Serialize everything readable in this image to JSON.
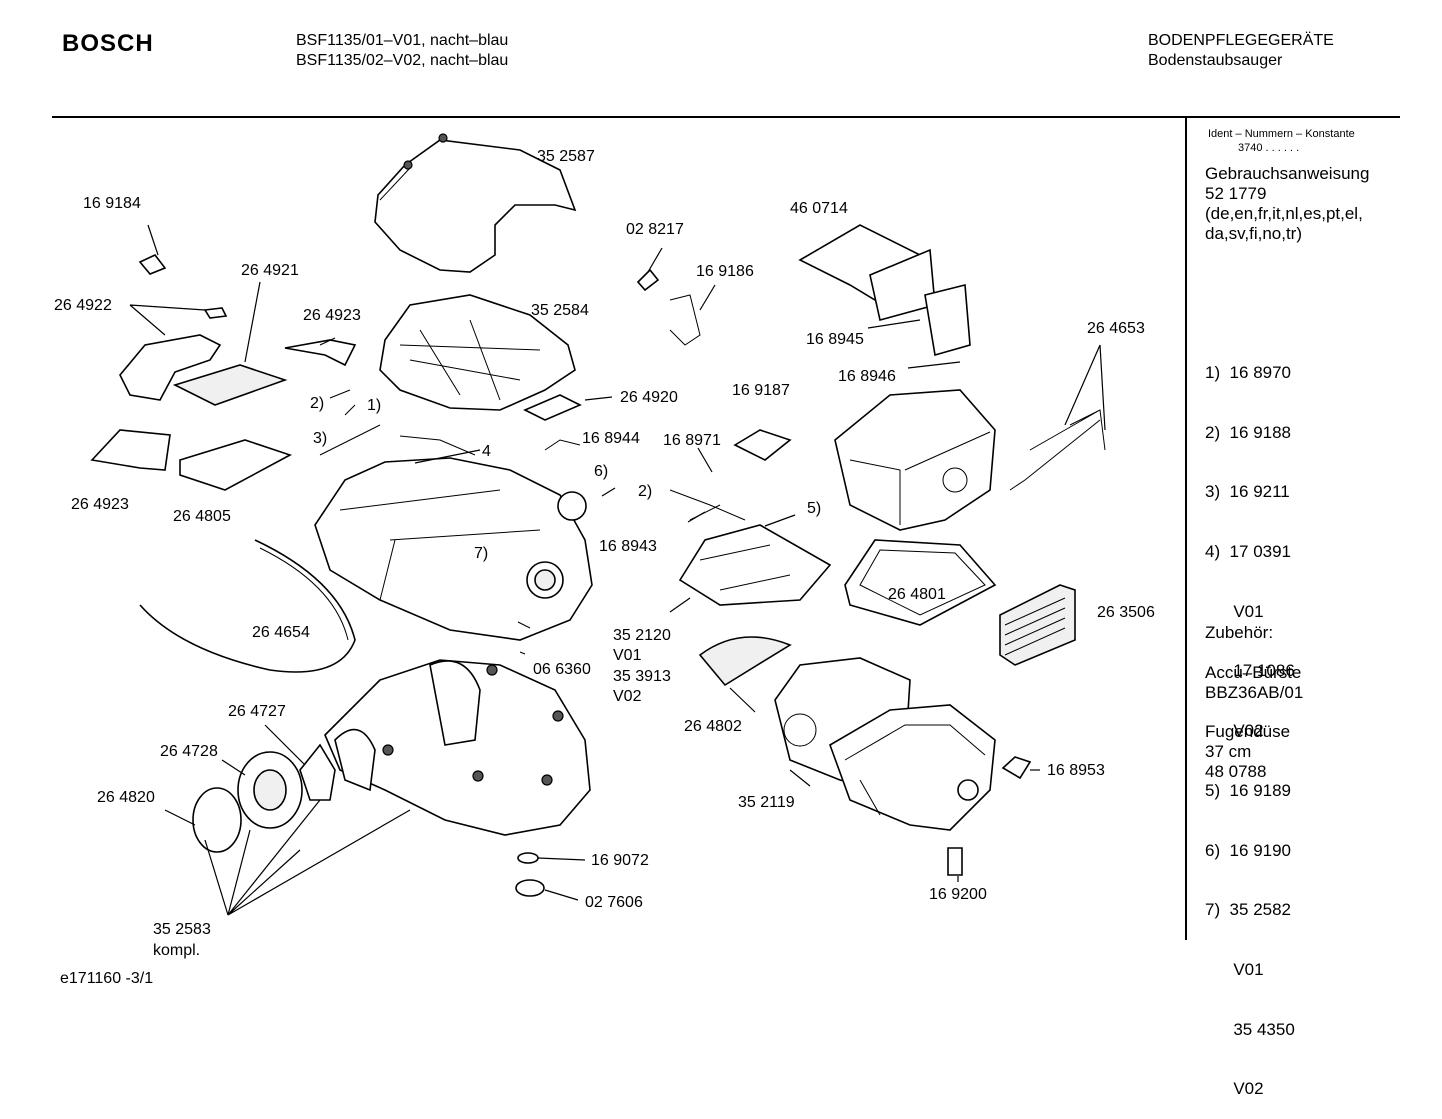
{
  "header": {
    "brand": "BOSCH",
    "model_line_1": "BSF1135/01–V01, nacht–blau",
    "model_line_2": "BSF1135/02–V02, nacht–blau",
    "category": "BODENPFLEGEGERÄTE",
    "subcategory": "Bodenstaubsauger"
  },
  "sidebar": {
    "ident_label": "Ident – Nummern – Konstante",
    "ident_value": "3740  . .   . . . .",
    "manual_title": "Gebrauchsanweisung",
    "manual_number": "52 1779",
    "manual_langs_1": "(de,en,fr,it,nl,es,pt,el,",
    "manual_langs_2": "da,sv,fi,no,tr)",
    "notes": [
      "1)  16 8970",
      "2)  16 9188",
      "3)  16 9211",
      "4)  17 0391",
      "      V01",
      "      17 1086",
      "      V02",
      "5)  16 9189",
      "6)  16 9190",
      "7)  35 2582",
      "      V01",
      "      35 4350",
      "      V02"
    ],
    "accessories_title": "Zubehör:",
    "accessory_1_name": "Accu–Bürste",
    "accessory_1_code": "BBZ36AB/01",
    "accessory_2_name": "Fugendüse",
    "accessory_2_size": "37 cm",
    "accessory_2_code": "48 0788"
  },
  "footer": {
    "doc_id": "e171160 -3/1"
  },
  "parts": {
    "p352587": "35 2587",
    "p169184": "16 9184",
    "p264921": "26 4921",
    "p264922": "26 4922",
    "p264923a": "26 4923",
    "p352584": "35 2584",
    "p028217": "02 8217",
    "p169186": "16 9186",
    "p460714": "46 0714",
    "p168945": "16 8945",
    "p168946": "16 8946",
    "p264653": "26 4653",
    "n2a": "2)",
    "n1a": "1)",
    "n3": "3)",
    "n4": "4",
    "p264920": "26 4920",
    "p168944": "16 8944",
    "p169187": "16 9187",
    "p168971": "16 8971",
    "p264923b": "26 4923",
    "p264805": "26 4805",
    "n6": "6)",
    "n2b": "2)",
    "n5": "5)",
    "p168943": "16 8943",
    "n7": "7)",
    "p264801": "26 4801",
    "p263506": "26 3506",
    "p264654": "26 4654",
    "p352120": "35 2120",
    "v01a": "V01",
    "p353913": "35 3913",
    "v02a": "V02",
    "p066360": "06 6360",
    "p264802": "26 4802",
    "p264727": "26 4727",
    "p264728": "26 4728",
    "p264820": "26 4820",
    "p352119": "35 2119",
    "p168953": "16 8953",
    "p169072": "16 9072",
    "p027606": "02 7606",
    "p169200": "16 9200",
    "p352583": "35 2583",
    "kompl": "kompl."
  }
}
